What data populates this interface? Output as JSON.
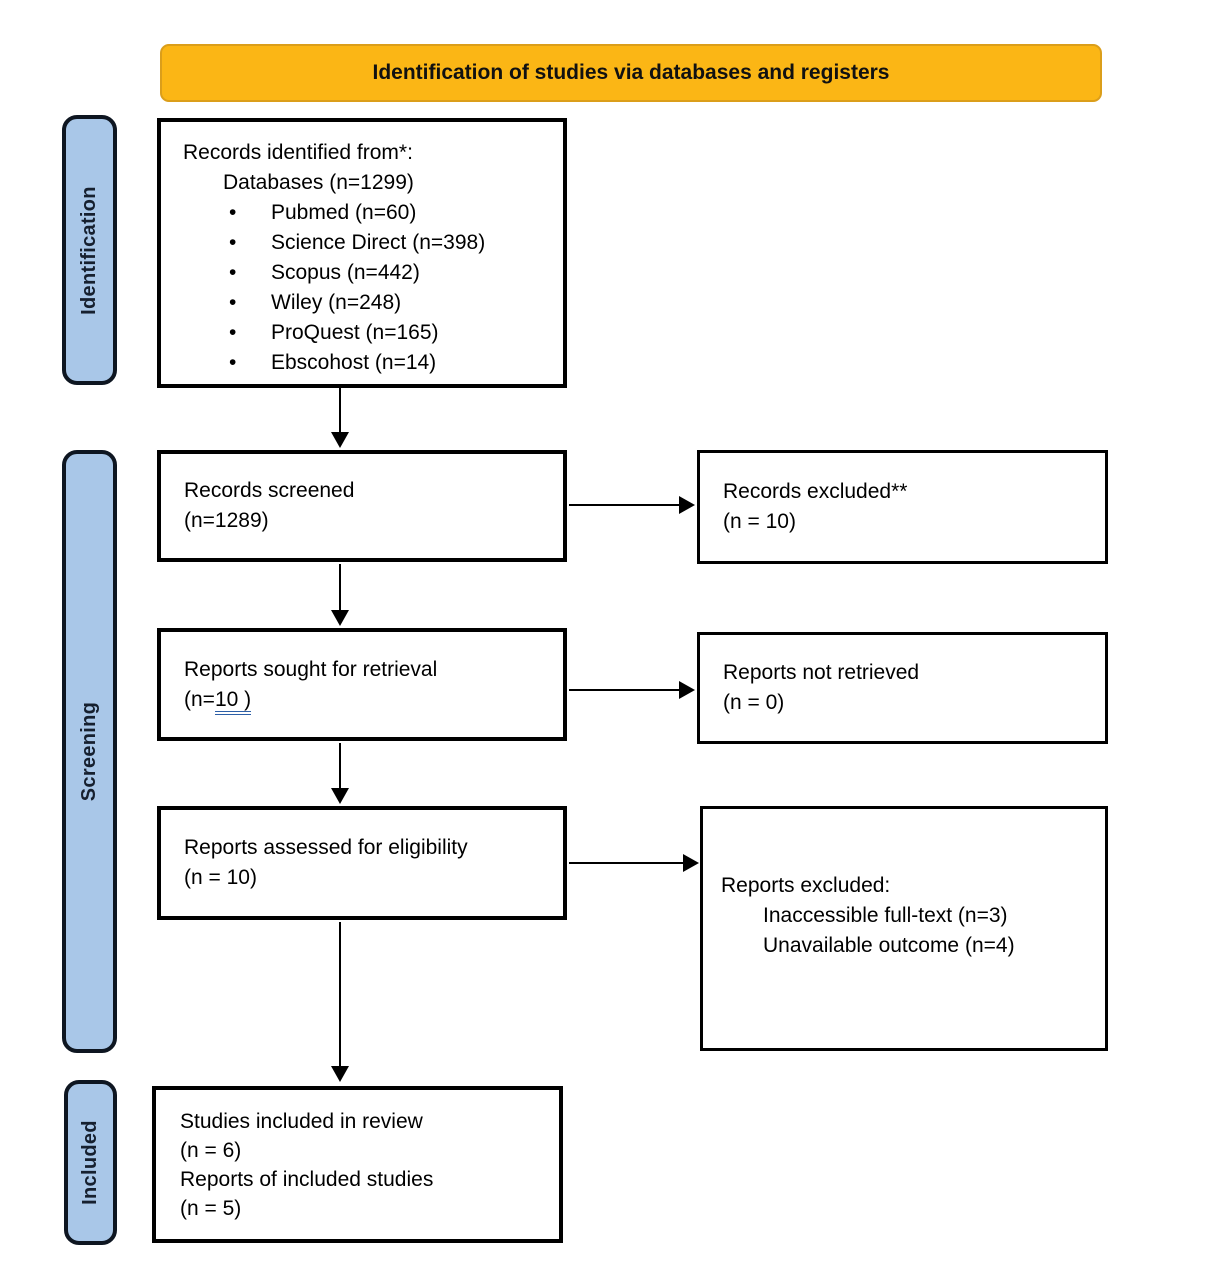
{
  "banner": {
    "title": "Identification of studies via databases and registers"
  },
  "stages": {
    "identification": "Identification",
    "screening": "Screening",
    "included": "Included"
  },
  "flow": {
    "identified": {
      "title": "Records identified from*:",
      "subtitle": "Databases (n=1299)",
      "bullets": [
        "Pubmed (n=60)",
        "Science Direct (n=398)",
        "Scopus (n=442)",
        "Wiley (n=248)",
        "ProQuest (n=165)",
        "Ebscohost (n=14)"
      ]
    },
    "screened": {
      "line1": "Records screened",
      "line2": "(n=1289)"
    },
    "records_excluded": {
      "line1": "Records excluded**",
      "line2": "(n = 10)"
    },
    "sought": {
      "line1": "Reports sought for retrieval",
      "n_prefix": "(n=",
      "n_underlined": "10 )"
    },
    "not_retrieved": {
      "line1": "Reports not retrieved",
      "line2": "(n = 0)"
    },
    "assessed": {
      "line1": "Reports assessed for eligibility",
      "line2": "(n = 10)"
    },
    "reports_excluded": {
      "title": "Reports excluded:",
      "reasons": [
        "Inaccessible full-text (n=3)",
        "Unavailable outcome (n=4)"
      ]
    },
    "included_box": {
      "line1": "Studies included in review",
      "line2": "(n = 6)",
      "line3": "Reports of included studies",
      "line4": "(n = 5)"
    }
  },
  "colors": {
    "banner_fill": "#FBB615",
    "banner_border": "#DB9E1A",
    "stage_fill": "#A9C7E8",
    "stage_border": "#0E1621",
    "box_border": "#000000",
    "underline_blue": "#2D5FA7"
  }
}
